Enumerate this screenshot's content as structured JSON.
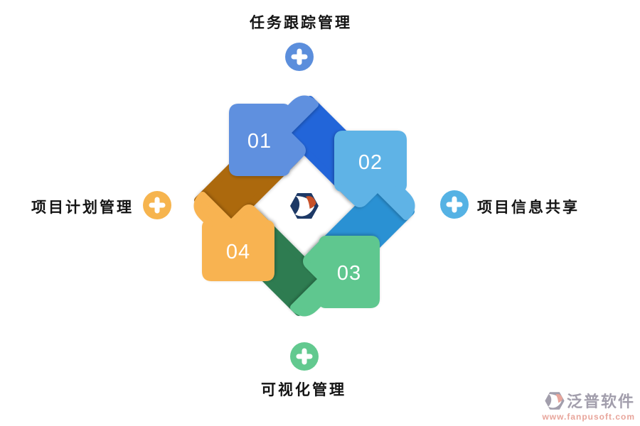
{
  "page": {
    "background": "#ffffff"
  },
  "nodes": {
    "top": {
      "label": "任务跟踪管理",
      "accent": "#5b8edc"
    },
    "right": {
      "label": "项目信息共享",
      "accent": "#55b2e4"
    },
    "bottom": {
      "label": "可视化管理",
      "accent": "#62c98f"
    },
    "left": {
      "label": "项目计划管理",
      "accent": "#f6b44e"
    }
  },
  "cycle": {
    "arrows": [
      {
        "number": "01",
        "position": "top-left-edge",
        "color": "#5f90df",
        "tail_color": "#2365d9"
      },
      {
        "number": "02",
        "position": "top-right-edge",
        "color": "#5fb3e6",
        "tail_color": "#2b91d3"
      },
      {
        "number": "03",
        "position": "bottom-right-edge",
        "color": "#5fc78f",
        "tail_color": "#2e7b51"
      },
      {
        "number": "04",
        "position": "bottom-left-edge",
        "color": "#f8b351",
        "tail_color": "#ac690f"
      }
    ]
  },
  "center_logo": {
    "navy": "#1d3966",
    "orange": "#c75129",
    "white": "#ffffff"
  },
  "watermark": {
    "brand": "泛普软件",
    "url": "www.fanpusoft.com",
    "brand_color": "#a29eac",
    "url_color": "#e8a59b"
  },
  "icons": {
    "plus": "+"
  }
}
